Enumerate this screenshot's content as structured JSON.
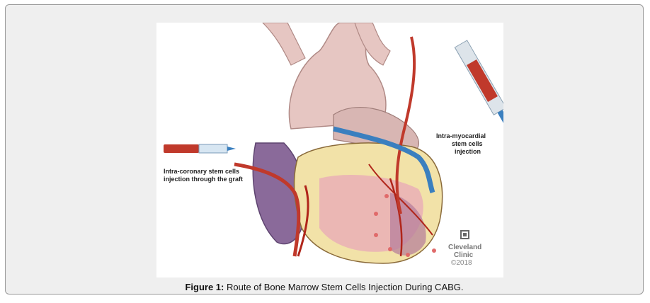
{
  "figure": {
    "label_left_line1": "Intra-coronary stem cells",
    "label_left_line2": "injection through the graft",
    "label_right_line1": "Intra-myocardial",
    "label_right_line2": "stem cells",
    "label_right_line3": "injection",
    "logo_line1": "Cleveland",
    "logo_line2": "Clinic",
    "logo_line3": "©2018"
  },
  "caption": {
    "prefix": "Figure 1:",
    "text": " Route of Bone Marrow Stem Cells Injection During CABG."
  }
}
